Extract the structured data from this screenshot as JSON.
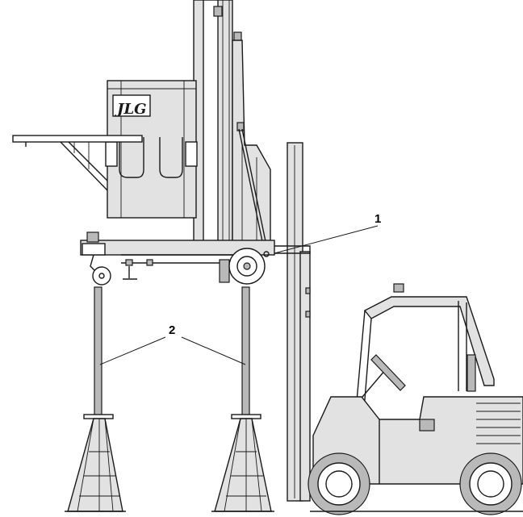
{
  "callouts": {
    "c1": "1",
    "c2": "2"
  },
  "logo_text": "JLG",
  "colors": {
    "line": "#1a1a1a",
    "fill": "#e2e2e2",
    "shade": "#b9b9b9",
    "background": "#ffffff"
  }
}
